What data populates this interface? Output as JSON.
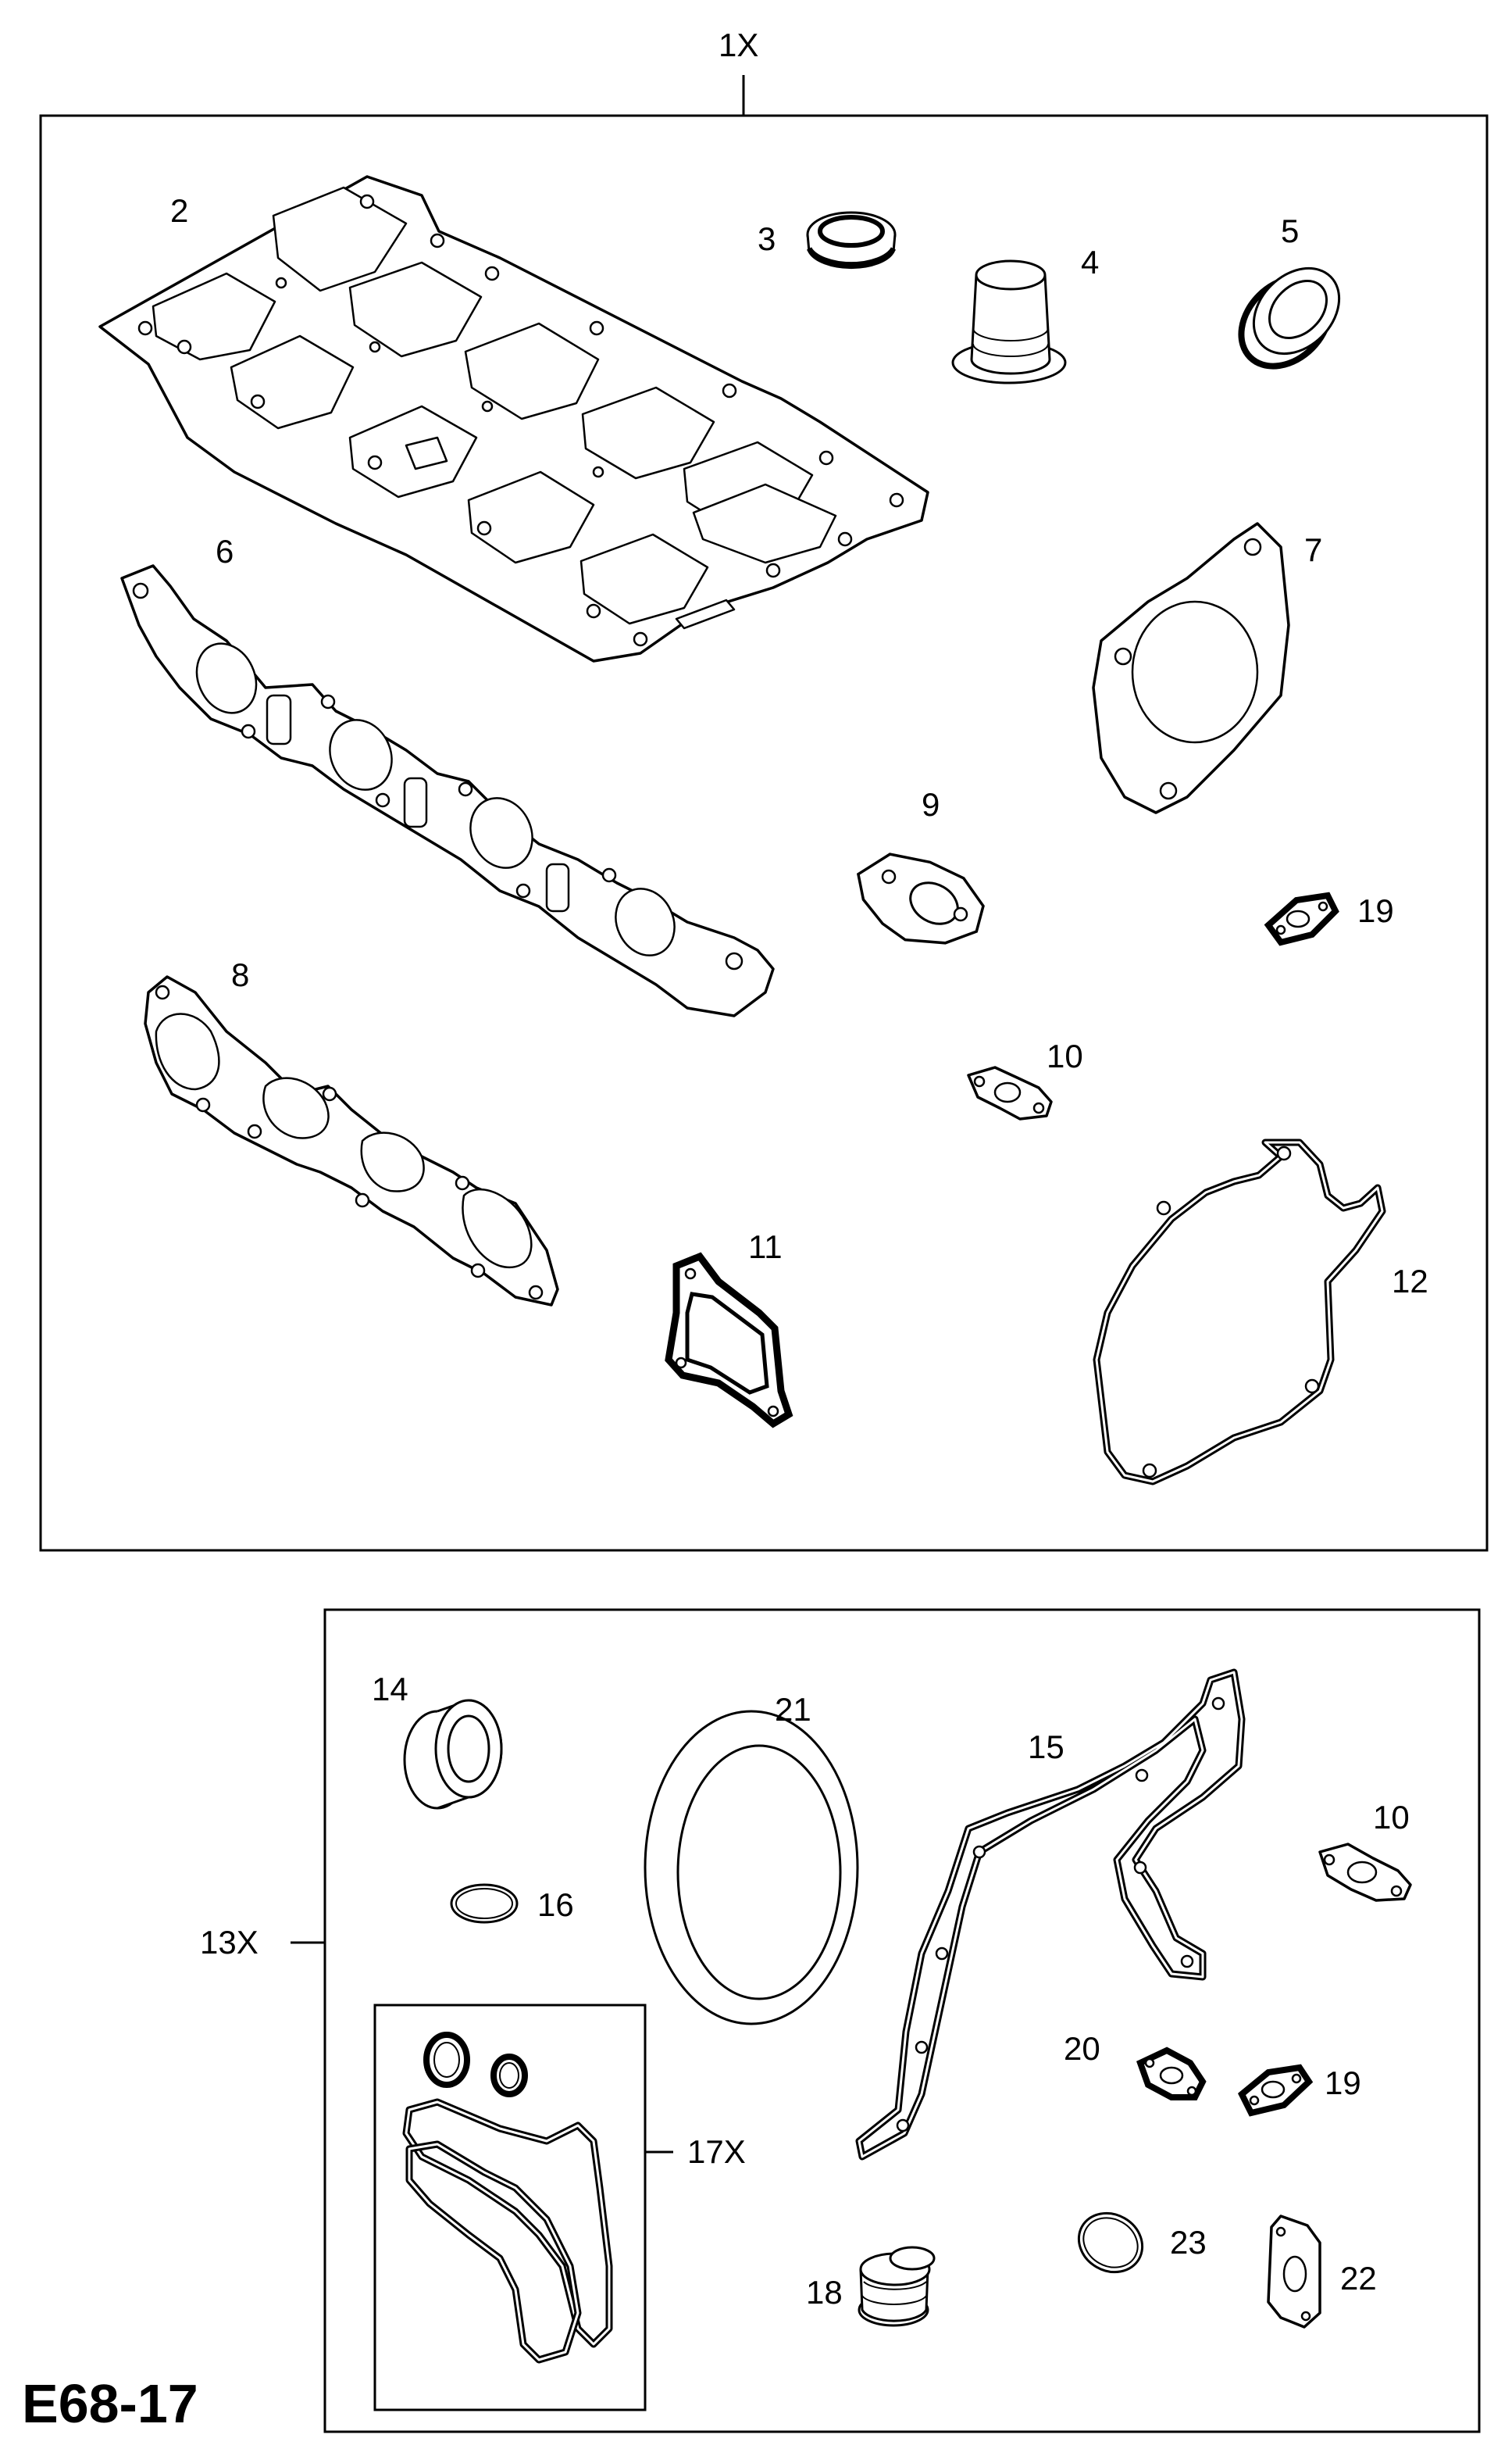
{
  "diagram": {
    "code": "E68-17",
    "set_labels": {
      "upper_set": "1X",
      "lower_set": "13X",
      "sub_set": "17X"
    },
    "part_labels": {
      "p2": "2",
      "p3": "3",
      "p4": "4",
      "p5": "5",
      "p6": "6",
      "p7": "7",
      "p8": "8",
      "p9": "9",
      "p10": "10",
      "p11": "11",
      "p12": "12",
      "p19": "19",
      "p14": "14",
      "p21": "21",
      "p15": "15",
      "p10b": "10",
      "p16": "16",
      "p20": "20",
      "p19b": "19",
      "p23": "23",
      "p18": "18",
      "p22": "22"
    }
  }
}
